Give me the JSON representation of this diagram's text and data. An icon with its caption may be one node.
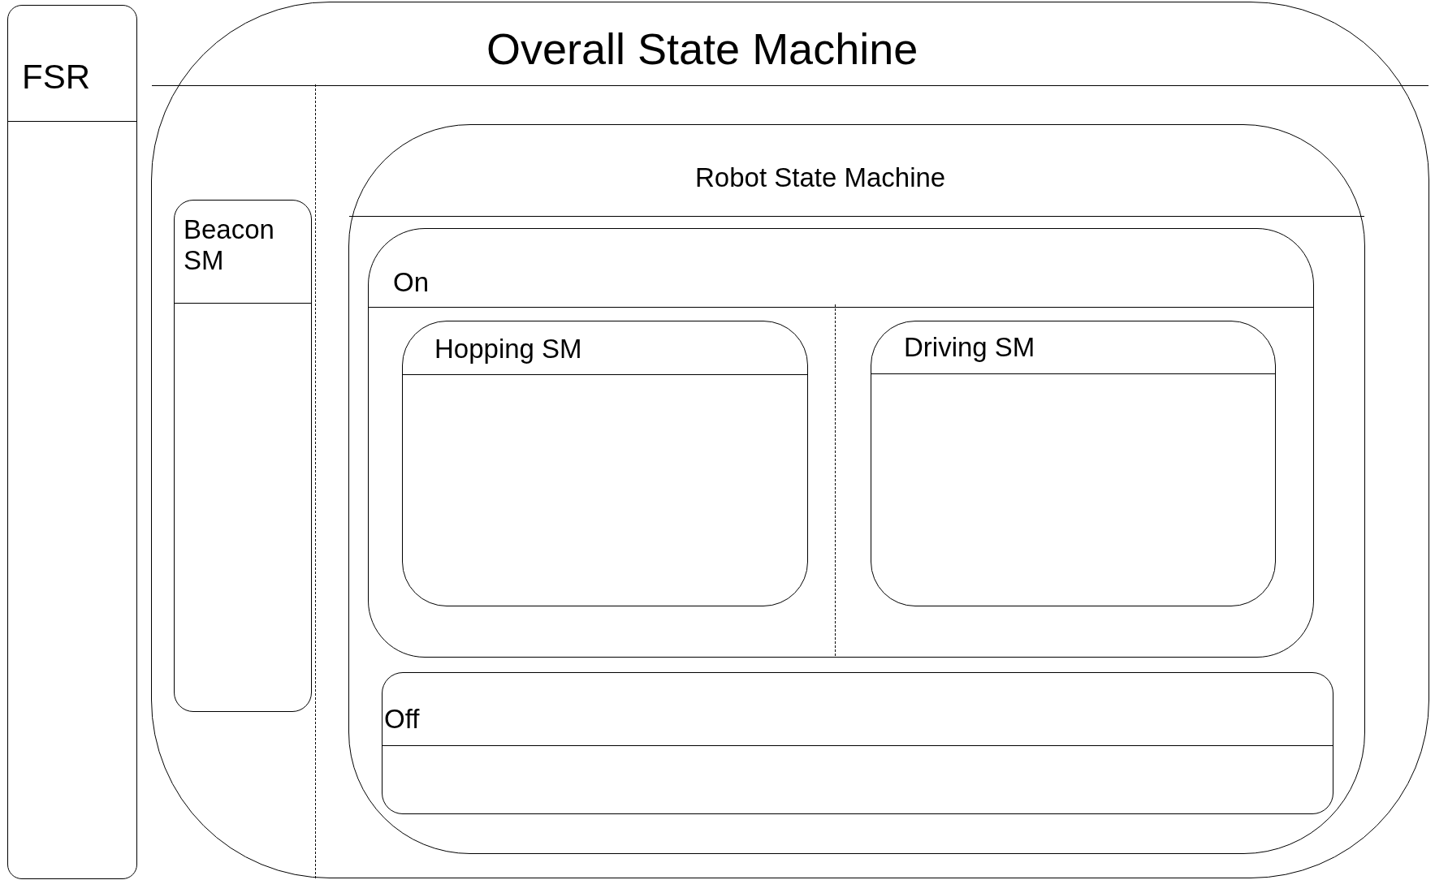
{
  "diagram": {
    "nodes": [
      {
        "text": [
          "FSR"
        ]
      },
      {
        "text": [
          "Overall State Machine"
        ]
      },
      {
        "text": [
          "Beacon SM"
        ],
        "in": 1
      },
      {
        "text": [
          "Robot State Machine"
        ],
        "in": 1
      },
      {
        "text": [
          "On"
        ],
        "in": 3
      },
      {
        "text": [
          "Hopping SM"
        ],
        "in": 4
      },
      {
        "text": [
          "Driving SM"
        ],
        "in": 4
      },
      {
        "text": [
          "Off"
        ],
        "in": 3
      }
    ]
  }
}
